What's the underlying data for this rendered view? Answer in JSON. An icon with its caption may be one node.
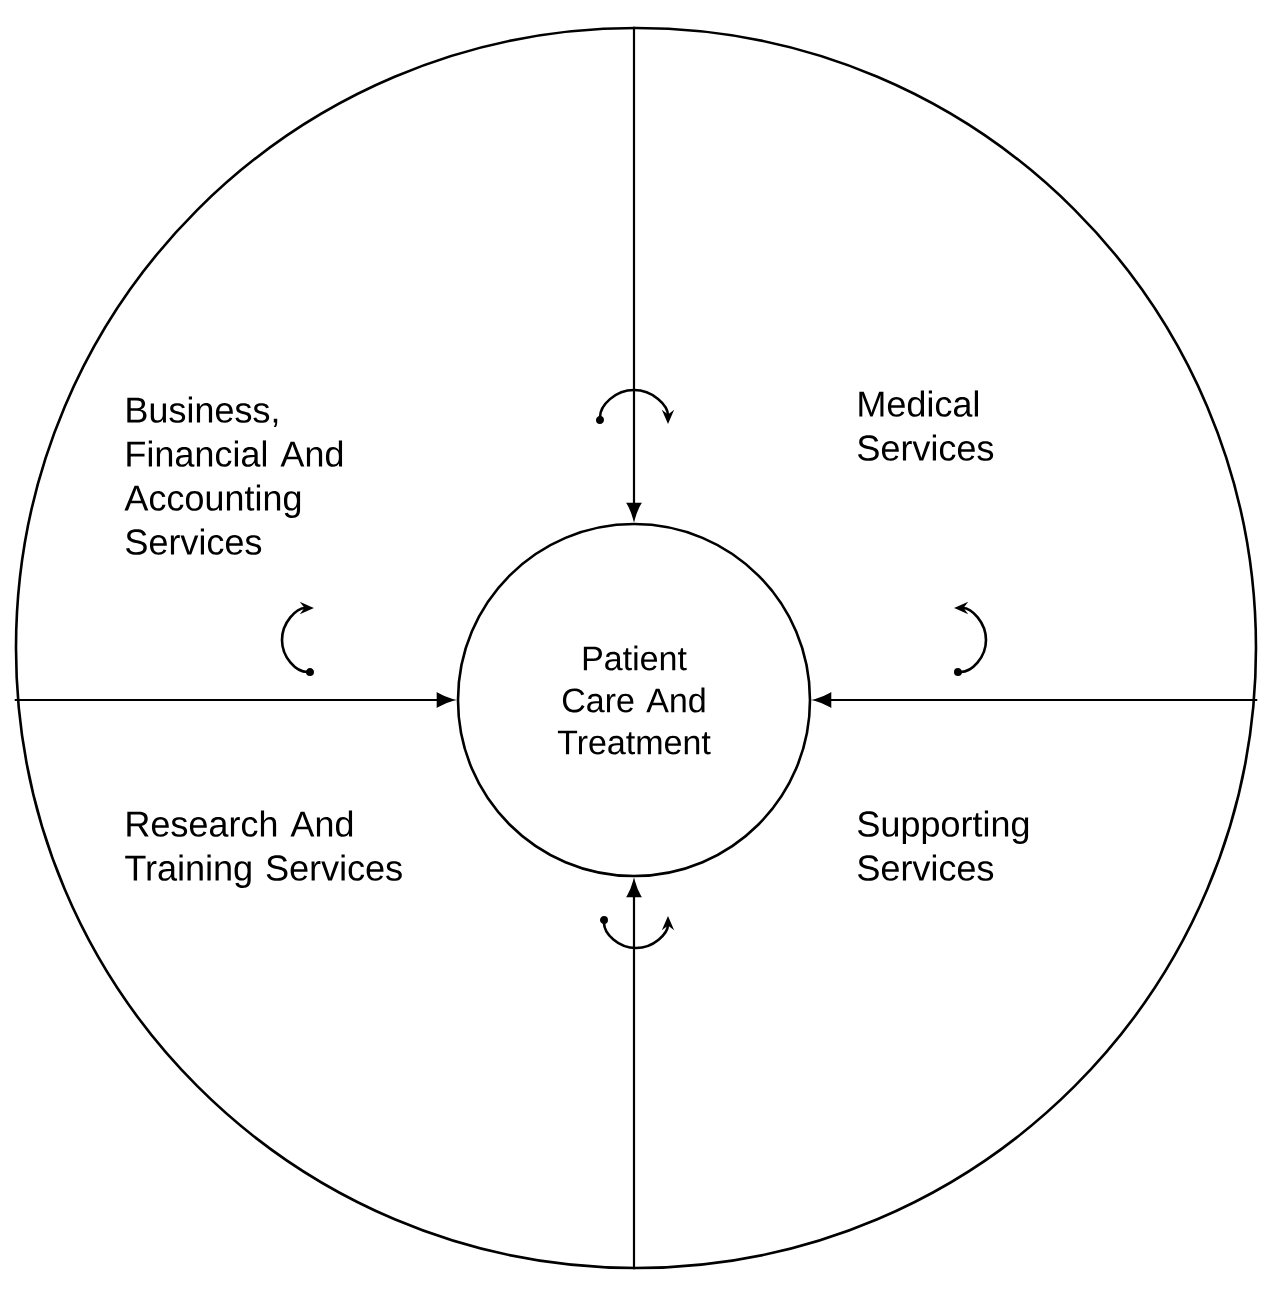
{
  "diagram": {
    "nodes": [
      {
        "text": [],
        "shape": "circle"
      },
      {
        "text": [
          "Patient Care And Treatment"
        ],
        "in": 0
      }
    ],
    "edges": [
      {
        "from": 0,
        "to": 1,
        "arrow": "to"
      },
      {
        "from": 0,
        "to": 1,
        "arrow": "to"
      },
      {
        "from": 0,
        "to": 1,
        "arrow": "to"
      },
      {
        "from": 0,
        "to": 1,
        "arrow": "to"
      }
    ],
    "labels": [
      "Business, Financial And Accounting Services",
      "Medical Services",
      "Research And Training Services",
      "Supporting Services"
    ]
  }
}
